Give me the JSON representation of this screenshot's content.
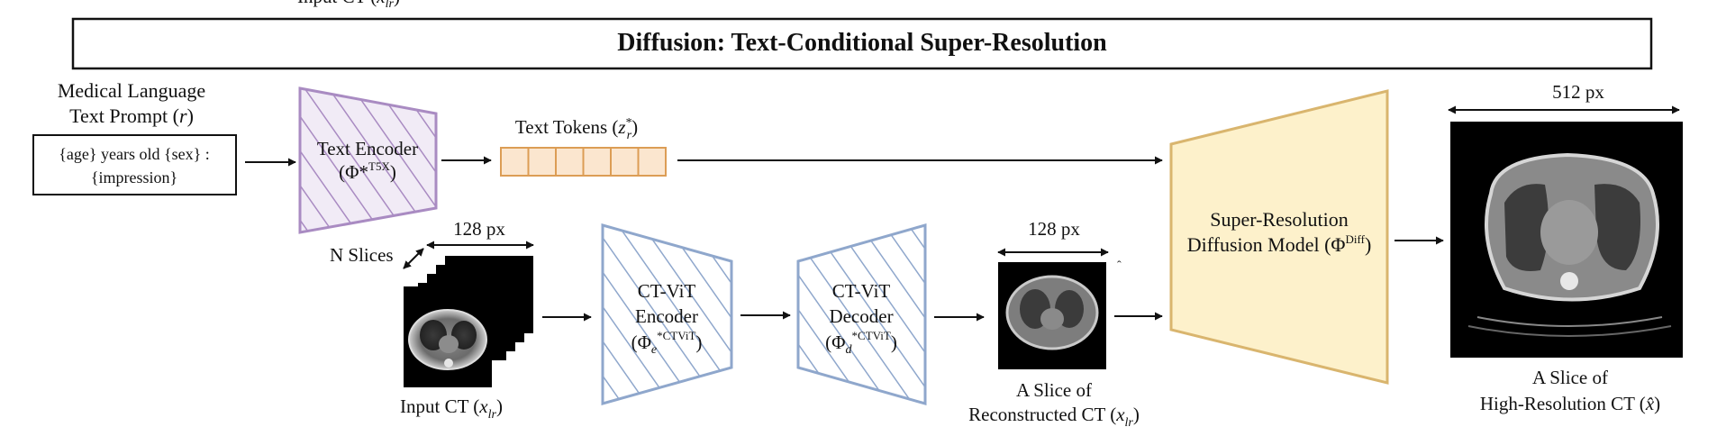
{
  "cropped_top_caption": {
    "text": "Input CT (",
    "var": "x",
    "sub": "lr",
    "close": ")"
  },
  "title": "Diffusion: Text-Conditional Super-Resolution",
  "prompt": {
    "heading_line1": "Medical Language",
    "heading_line2_text": "Text Prompt (",
    "heading_line2_var": "r",
    "heading_line2_close": ")",
    "template_line1": "{age} years old {sex} :",
    "template_line2": "{impression}"
  },
  "text_encoder": {
    "line1": "Text Encoder",
    "line2_open": "(",
    "line2_phi": "Φ*",
    "line2_sup": "T5X",
    "line2_close": ")",
    "color": "#a98bc2"
  },
  "text_tokens": {
    "label_text": "Text Tokens (",
    "label_var": "z",
    "label_sup": "*",
    "label_sub": "r",
    "label_close": ")",
    "count": 6,
    "color": "#dc9d55"
  },
  "input_ct": {
    "slices_label": "N Slices",
    "size_label": "128 px",
    "caption_text": "Input CT (",
    "caption_var": "x",
    "caption_sub": "lr",
    "caption_close": ")"
  },
  "ctvit_encoder": {
    "line1": "CT-ViT",
    "line2": "Encoder",
    "phi_open": "(",
    "phi": "Φ",
    "phi_sub": "e",
    "phi_sup": "*CTViT",
    "phi_close": ")",
    "color": "#8fa7cc"
  },
  "ctvit_decoder": {
    "line1": "CT-ViT",
    "line2": "Decoder",
    "phi_open": "(",
    "phi": "Φ",
    "phi_sub": "d",
    "phi_sup": "*CTViT",
    "phi_close": ")",
    "color": "#8fa7cc"
  },
  "reconstructed": {
    "size_label": "128 px",
    "caption_line1": "A Slice of",
    "caption_line2_text": "Reconstructed CT (",
    "caption_line2_var": "x",
    "caption_line2_sub": "lr",
    "caption_line2_close": ")",
    "hat_mark": "ˆ"
  },
  "diffusion_model": {
    "line1": "Super-Resolution",
    "line2_text": "Diffusion Model (",
    "line2_phi": "Φ",
    "line2_sup": "Diff",
    "line2_close": ")",
    "fill": "#fdf1cb",
    "stroke": "#d9b56e"
  },
  "high_res": {
    "size_label": "512 px",
    "caption_line1": "A Slice of",
    "caption_line2_text": "High-Resolution CT (",
    "caption_line2_var": "x̂",
    "caption_line2_close": ")"
  }
}
